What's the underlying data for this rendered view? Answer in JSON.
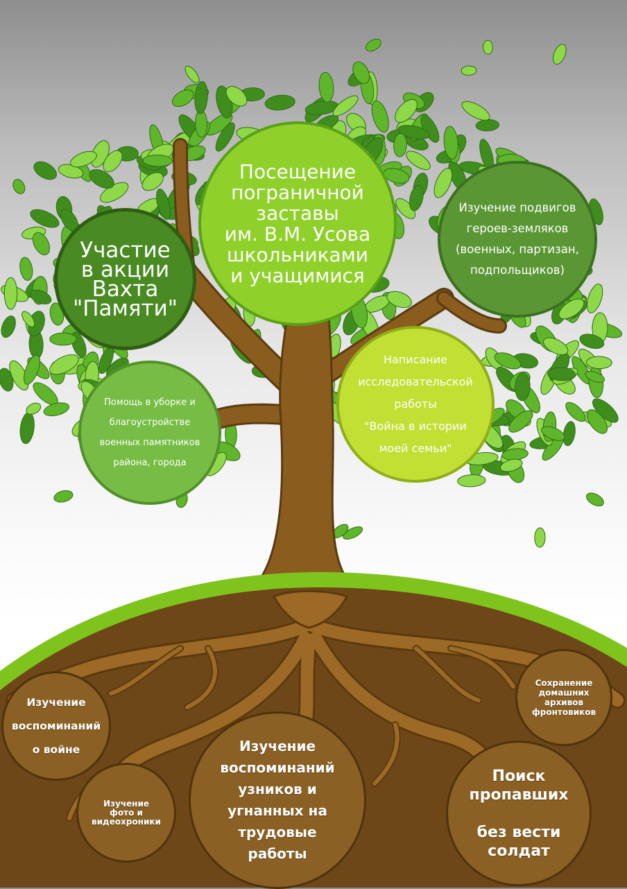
{
  "colors": {
    "trunk": "#8a5d1f",
    "trunk_outline": "#5a3b10",
    "soil": "#6e4719",
    "grass": "#7fc41c",
    "root": "#9c6a26",
    "root_outline": "#5b3a0e",
    "leaf_dark": "#3f8e1d",
    "leaf_mid": "#5fb62a",
    "leaf_light": "#8fd84a",
    "bubble_root": "#8a6024",
    "bubble_root_border": "#4f330d"
  },
  "tree": {
    "center": "Посещение\nпограничной\nзаставы\nим. В.М. Усова\nшкольниками\nи учащимися",
    "left_top": "Участие\nв акции\nВахта\n\"Памяти\"",
    "right_top": "Изучение подвигов\nгероев-земляков\n(военных, партизан,\nподпольщиков)",
    "left_bottom": "Помощь в уборке и\nблагоустройстве\nвоенных памятников\nрайона, города",
    "right_bottom": "Написание\nисследовательской\nработы\n\"Война в истории\nмоей семьи\""
  },
  "roots": {
    "left": "Изучение\nвоспоминаний\nо войне",
    "small_left": "Изучение\nфото и\nвидеохроники",
    "center": "Изучение\nвоспоминаний\nузников и\nугнанных на\nтрудовые\nработы",
    "right_top": "Сохранение\nдомашних\nархивов\nфронтовиков",
    "right": "Поиск\nпропавших\n\nбез вести\nсолдат"
  }
}
